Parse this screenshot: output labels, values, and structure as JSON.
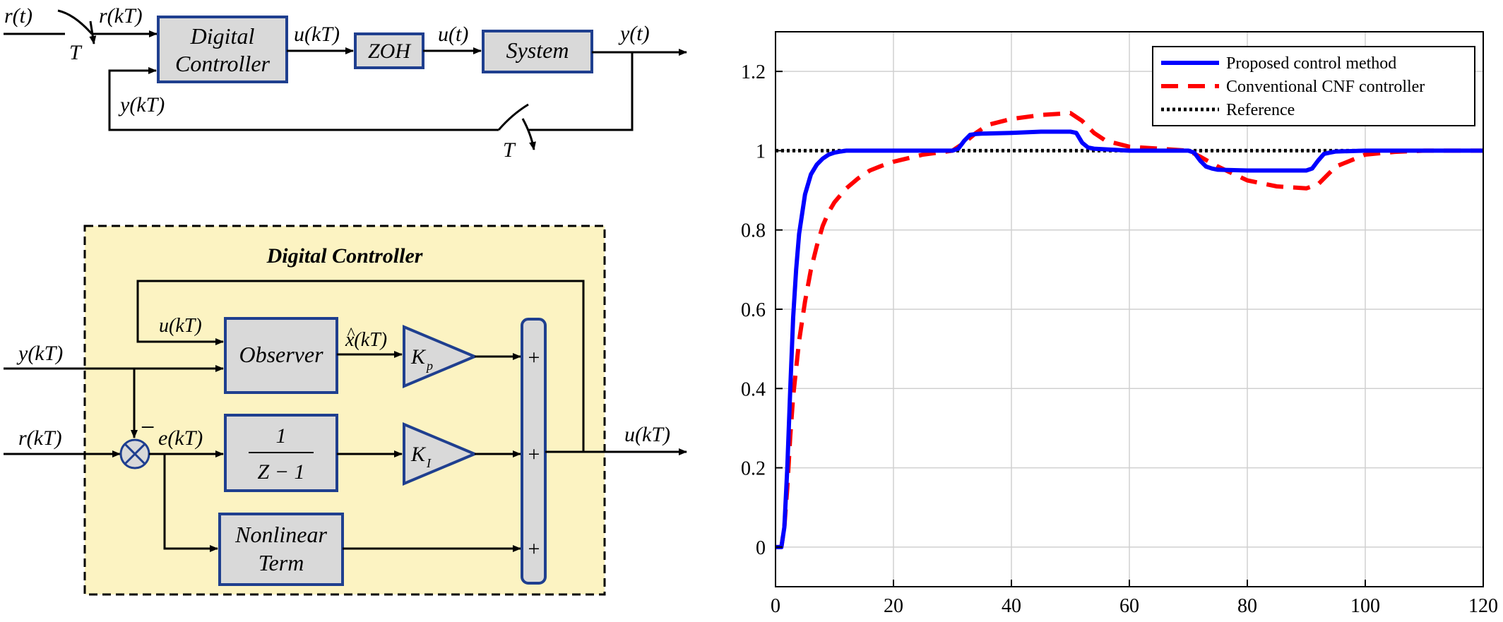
{
  "colors": {
    "block_fill": "#d9d9d9",
    "block_stroke": "#1f3f8f",
    "controller_bg": "#fcf3c2",
    "proposed": "#0000ff",
    "cnf": "#ff0000",
    "reference": "#000000",
    "grid": "#d0d0d0"
  },
  "top_diagram": {
    "r_t": "r(t)",
    "T_label_1": "T",
    "r_kT": "r(kT)",
    "controller_line1": "Digital",
    "controller_line2": "Controller",
    "u_kT": "u(kT)",
    "zoh": "ZOH",
    "u_t": "u(t)",
    "system": "System",
    "y_t": "y(t)",
    "y_kT": "y(kT)",
    "T_label_2": "T"
  },
  "controller_diagram": {
    "title": "Digital Controller",
    "u_kT": "u(kT)",
    "y_kT": "y(kT)",
    "observer": "Observer",
    "xhat_hat": "^",
    "xhat": "x(kT)",
    "kp": "K",
    "kp_sub": "p",
    "r_kT": "r(kT)",
    "minus": "−",
    "e_kT": "e(kT)",
    "frac_num": "1",
    "frac_den": "Z − 1",
    "ki": "K",
    "ki_sub": "I",
    "nonlinear_line1": "Nonlinear",
    "nonlinear_line2": "Term",
    "plus1": "+",
    "plus2": "+",
    "plus3": "+",
    "out_u_kT": "u(kT)"
  },
  "chart_data": {
    "type": "line",
    "title": "",
    "xlabel": "",
    "ylabel": "",
    "xlim": [
      0,
      120
    ],
    "ylim": [
      -0.1,
      1.3
    ],
    "xticks": [
      0,
      20,
      40,
      60,
      80,
      100,
      120
    ],
    "xtick_labels": [
      "0",
      "20",
      "40",
      "60",
      "80",
      "100",
      "120"
    ],
    "yticks": [
      0,
      0.2,
      0.4,
      0.6,
      0.8,
      1,
      1.2
    ],
    "ytick_labels": [
      "0",
      "0.2",
      "0.4",
      "0.6",
      "0.8",
      "1",
      "1.2"
    ],
    "grid": true,
    "legend_position": "top-right",
    "series": [
      {
        "name": "Proposed control method",
        "color": "#0000ff",
        "style": "solid",
        "x": [
          0,
          1,
          1.5,
          2,
          2.5,
          3,
          3.5,
          4,
          5,
          6,
          7,
          8,
          9,
          10,
          11,
          12,
          14,
          20,
          30,
          31,
          32,
          33,
          34,
          35,
          40,
          45,
          50,
          51,
          52,
          53,
          54,
          60,
          70,
          71,
          72,
          73,
          74,
          75,
          80,
          85,
          90,
          91,
          92,
          93,
          94,
          95,
          100,
          110,
          120
        ],
        "y": [
          0,
          0,
          0.05,
          0.2,
          0.4,
          0.58,
          0.7,
          0.79,
          0.89,
          0.94,
          0.965,
          0.98,
          0.99,
          0.995,
          0.998,
          1.0,
          1.0,
          1.0,
          1.0,
          1.005,
          1.025,
          1.04,
          1.042,
          1.043,
          1.045,
          1.048,
          1.048,
          1.045,
          1.02,
          1.008,
          1.005,
          1.0,
          1.0,
          0.995,
          0.975,
          0.96,
          0.955,
          0.952,
          0.95,
          0.95,
          0.95,
          0.955,
          0.975,
          0.992,
          0.995,
          0.998,
          1.0,
          1.0,
          1.0
        ]
      },
      {
        "name": "Conventional CNF controller",
        "color": "#ff0000",
        "style": "dashed",
        "x": [
          0,
          1,
          1.5,
          2,
          2.5,
          3,
          4,
          5,
          6,
          7,
          8,
          9,
          10,
          12,
          14,
          16,
          18,
          20,
          25,
          30,
          32,
          34,
          36,
          40,
          45,
          50,
          52,
          54,
          56,
          60,
          65,
          70,
          72,
          75,
          80,
          85,
          90,
          92,
          95,
          100,
          105,
          110,
          115,
          120
        ],
        "y": [
          0,
          0,
          0.05,
          0.15,
          0.28,
          0.38,
          0.52,
          0.62,
          0.7,
          0.76,
          0.81,
          0.845,
          0.87,
          0.905,
          0.93,
          0.95,
          0.962,
          0.972,
          0.99,
          1.0,
          1.02,
          1.045,
          1.065,
          1.08,
          1.09,
          1.095,
          1.075,
          1.045,
          1.025,
          1.01,
          1.005,
          1.0,
          0.985,
          0.96,
          0.925,
          0.91,
          0.905,
          0.915,
          0.96,
          0.99,
          0.997,
          1.0,
          1.0,
          1.0
        ]
      },
      {
        "name": "Reference",
        "color": "#000000",
        "style": "dotted",
        "x": [
          0,
          120
        ],
        "y": [
          1,
          1
        ]
      }
    ]
  }
}
